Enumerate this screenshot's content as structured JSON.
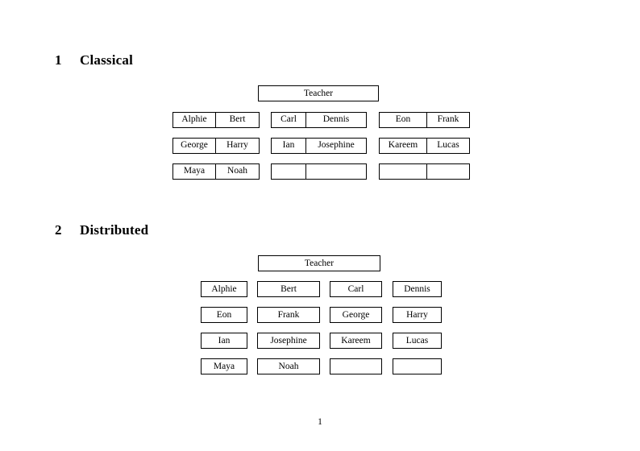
{
  "document": {
    "page_number": "1"
  },
  "sections": [
    {
      "number": "1",
      "title": "Classical",
      "teacher_label": "Teacher",
      "groups": [
        {
          "name": "group-1",
          "rows": [
            [
              "Alphie",
              "Bert"
            ],
            [
              "George",
              "Harry"
            ],
            [
              "Maya",
              "Noah"
            ]
          ]
        },
        {
          "name": "group-2",
          "rows": [
            [
              "Carl",
              "Dennis"
            ],
            [
              "Ian",
              "Josephine"
            ],
            [
              "",
              ""
            ]
          ]
        },
        {
          "name": "group-3",
          "rows": [
            [
              "Eon",
              "Frank"
            ],
            [
              "Kareem",
              "Lucas"
            ],
            [
              "",
              ""
            ]
          ]
        }
      ]
    },
    {
      "number": "2",
      "title": "Distributed",
      "teacher_label": "Teacher",
      "rows": [
        [
          "Alphie",
          "Bert",
          "Carl",
          "Dennis"
        ],
        [
          "Eon",
          "Frank",
          "George",
          "Harry"
        ],
        [
          "Ian",
          "Josephine",
          "Kareem",
          "Lucas"
        ],
        [
          "Maya",
          "Noah",
          "",
          ""
        ]
      ]
    }
  ]
}
